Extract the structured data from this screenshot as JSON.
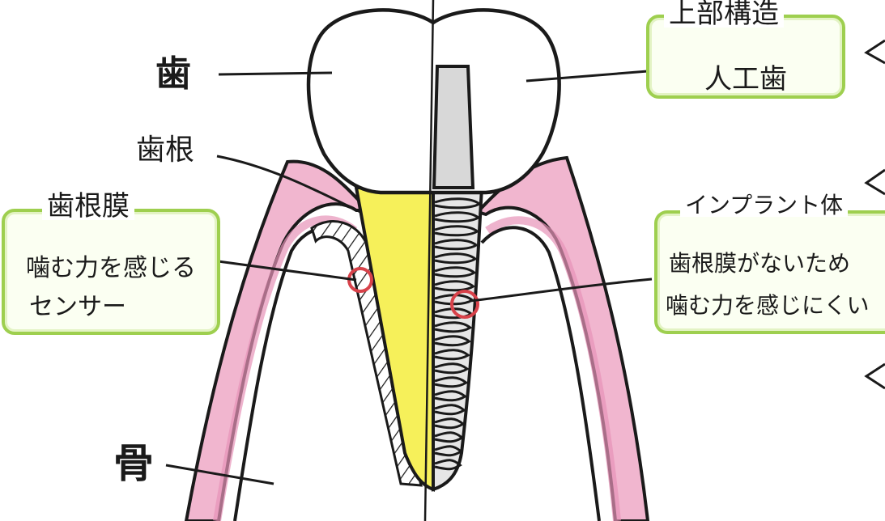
{
  "labels": {
    "tooth": "歯",
    "tooth_root": "歯根",
    "bone": "骨"
  },
  "box_left": {
    "title": "歯根膜",
    "line1": "噛む力を感じる",
    "line2": "センサー"
  },
  "box_upper_right": {
    "title": "上部構造",
    "line1": "人工歯"
  },
  "box_right": {
    "title": "インプラント体",
    "line1": "歯根膜がないため",
    "line2": "噛む力を感じにくい"
  },
  "colors": {
    "outline": "#1a1a1a",
    "gum_pink": "#f1b6cf",
    "gum_pink_dark": "#e793b8",
    "root_yellow": "#f6f05a",
    "implant_gray": "#d8d8d8",
    "box_green": "#9ecf4f",
    "sensor_red": "#d8424a"
  }
}
